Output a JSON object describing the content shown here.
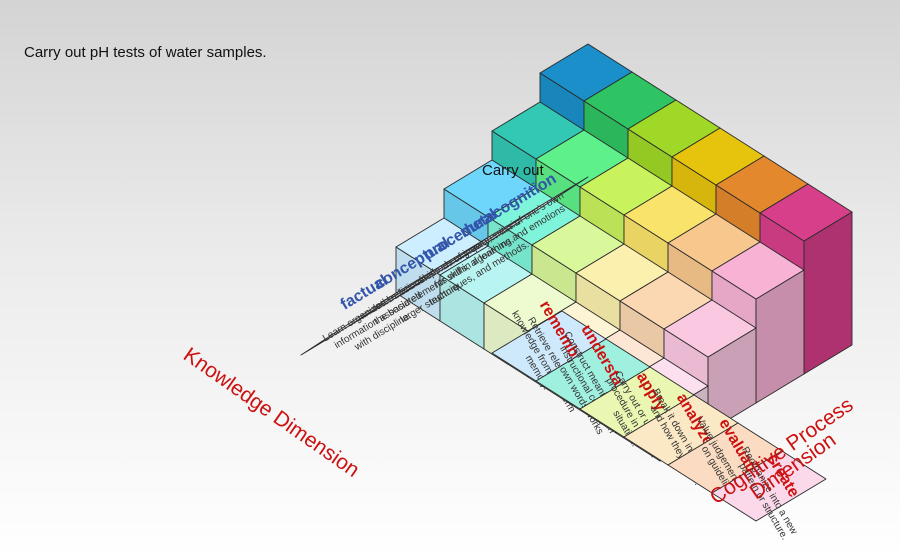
{
  "caption": "Carry out pH tests of water samples.",
  "highlight_label": "Carry out",
  "axes": {
    "knowledge_title": "Knowledge Dimension",
    "cognitive_title_line1": "Cognitive Process",
    "cognitive_title_line2": "Dimension"
  },
  "knowledge": [
    {
      "name": "factual",
      "desc": [
        "Learn organized bodies of",
        "information associated",
        "with discipline."
      ]
    },
    {
      "name": "conceptual",
      "desc": [
        "Interrelationships among",
        "the basic elements within a",
        "larger structure."
      ]
    },
    {
      "name": "procedural",
      "desc": [
        "methods of inquiry, criteria",
        "for skills, algorithms,",
        "techniques, and methods."
      ]
    },
    {
      "name": "metacognition",
      "desc": [
        "awareness of one's own",
        "learning and emotions"
      ]
    }
  ],
  "cognitive": [
    {
      "name": "remember",
      "desc": [
        "Retrieve relevant",
        "knowledge from long-term",
        "memory."
      ]
    },
    {
      "name": "understand",
      "desc": [
        "Construct meaning from",
        "instructional content in",
        "own words/works"
      ]
    },
    {
      "name": "apply",
      "desc": [
        "Carry out or use a",
        "procedure in a given",
        "situation."
      ]
    },
    {
      "name": "analyze",
      "desc": [
        "Break it down into parts",
        "and how they relate."
      ]
    },
    {
      "name": "evaluate",
      "desc": [
        "Value judgement based",
        "on guidelines."
      ]
    },
    {
      "name": "create",
      "desc": [
        "Reorganize into a new",
        "pattern or structure."
      ]
    }
  ],
  "colors": {
    "label_name": "#3355aa",
    "cog_name": "#cc1111",
    "axis_title": "#cc1111",
    "knowledge_panel": "#d6e1ea",
    "cognitive_panels": [
      "#cde9fb",
      "#9ff0df",
      "#e9f7b2",
      "#fbe9c5",
      "#fbdcc2",
      "#fbd8ea"
    ],
    "row_tops": [
      [
        "#cdeeff",
        "#b8f5f2",
        "#eefbd0",
        "#fdf4d6",
        "#fde6d3",
        "#fde0ef"
      ],
      [
        "#6fd6fb",
        "#7ef5da",
        "#d9f89b",
        "#fbf0ad",
        "#fbd7b2",
        "#fbc8e2"
      ],
      [
        "#33c8b4",
        "#5ef08a",
        "#c9f35c",
        "#f9e36a",
        "#f8c78d",
        "#f7b2d4"
      ],
      [
        "#1a8fc9",
        "#2ec463",
        "#9fd827",
        "#e6c40e",
        "#e4882d",
        "#d83f8b"
      ]
    ]
  }
}
